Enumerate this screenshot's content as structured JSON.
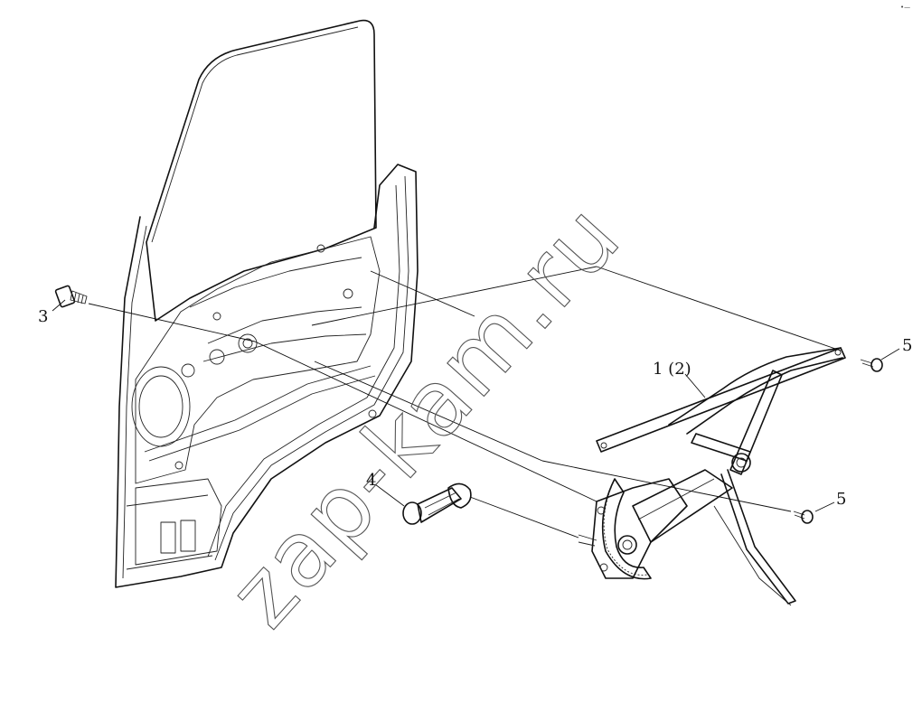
{
  "watermark": "zap-kam.ru",
  "corner_mark": "•—",
  "parts": [
    {
      "id": "part-1",
      "label": "1 (2)"
    },
    {
      "id": "part-3",
      "label": "3"
    },
    {
      "id": "part-4",
      "label": "4"
    },
    {
      "id": "part-5-upper",
      "label": "5"
    },
    {
      "id": "part-5-lower",
      "label": "5"
    }
  ]
}
